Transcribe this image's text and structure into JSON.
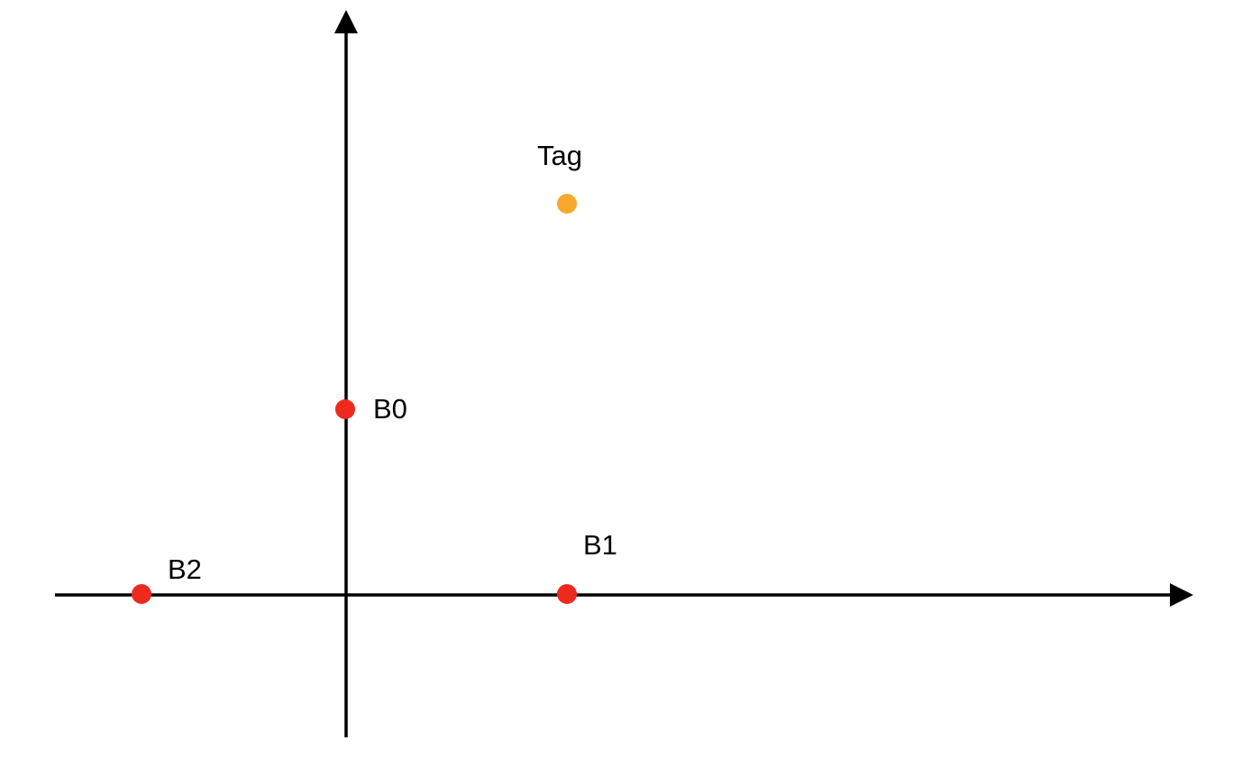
{
  "colors": {
    "axis": "#000000",
    "anchor": "#ee2a1f",
    "tag": "#f8a92c",
    "background": "#ffffff"
  },
  "points": {
    "b0": {
      "label": "B0",
      "kind": "anchor"
    },
    "b1": {
      "label": "B1",
      "kind": "anchor"
    },
    "b2": {
      "label": "B2",
      "kind": "anchor"
    },
    "tag": {
      "label": "Tag",
      "kind": "tag"
    }
  }
}
